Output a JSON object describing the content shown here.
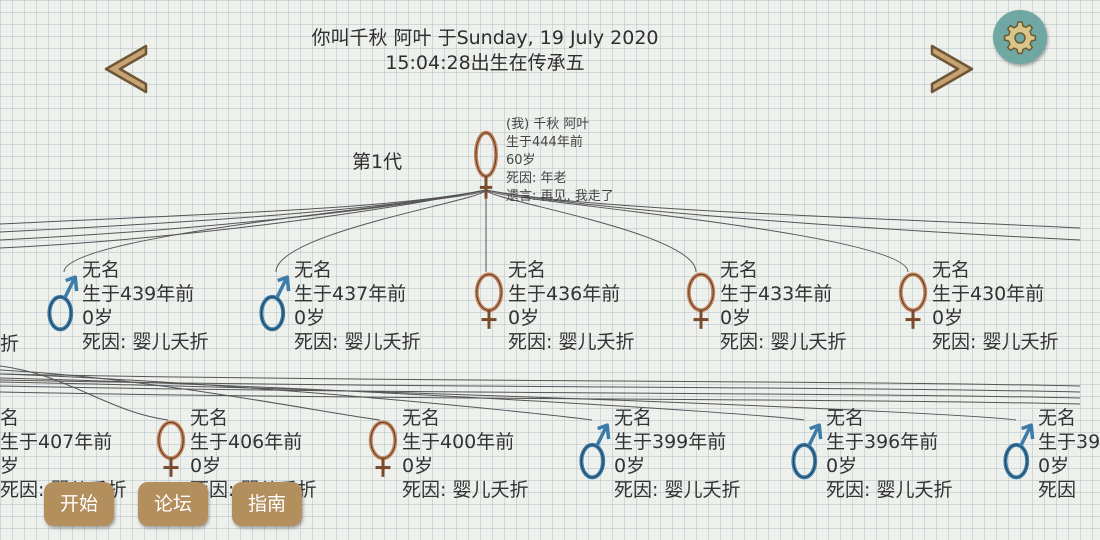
{
  "header": {
    "line1": "你叫千秋 阿叶 于Sunday, 19 July 2020",
    "line2": "15:04:28出生在传承五"
  },
  "colors": {
    "female": "#c4865f",
    "male": "#3d7ca8",
    "button": "#b38f5e",
    "settings": "#6fa7a2"
  },
  "icons": {
    "prev": "chevron-left-icon",
    "next": "chevron-right-icon",
    "settings": "gear-icon"
  },
  "generation_label": "第1代",
  "self": {
    "gender": "female",
    "lines": [
      "(我) 千秋 阿叶",
      "生于444年前",
      "60岁",
      "死因: 年老",
      "遗言: 再见, 我走了"
    ]
  },
  "children": [
    {
      "gender": "male",
      "lines": [
        "无名",
        "生于439年前",
        "0岁",
        "死因: 婴儿夭折"
      ]
    },
    {
      "gender": "male",
      "lines": [
        "无名",
        "生于437年前",
        "0岁",
        "死因: 婴儿夭折"
      ]
    },
    {
      "gender": "female",
      "lines": [
        "无名",
        "生于436年前",
        "0岁",
        "死因: 婴儿夭折"
      ]
    },
    {
      "gender": "female",
      "lines": [
        "无名",
        "生于433年前",
        "0岁",
        "死因: 婴儿夭折"
      ]
    },
    {
      "gender": "female",
      "lines": [
        "无名",
        "生于430年前",
        "0岁",
        "死因: 婴儿夭折"
      ]
    }
  ],
  "left_edge_fragment": "折",
  "grandchildren": [
    {
      "gender": "",
      "lines": [
        "名",
        "生于407年前",
        "岁",
        "死因: 婴儿夭折"
      ]
    },
    {
      "gender": "female",
      "lines": [
        "无名",
        "生于406年前",
        "0岁",
        "死因: 婴儿夭折"
      ]
    },
    {
      "gender": "female",
      "lines": [
        "无名",
        "生于400年前",
        "0岁",
        "死因: 婴儿夭折"
      ]
    },
    {
      "gender": "male",
      "lines": [
        "无名",
        "生于399年前",
        "0岁",
        "死因: 婴儿夭折"
      ]
    },
    {
      "gender": "male",
      "lines": [
        "无名",
        "生于396年前",
        "0岁",
        "死因: 婴儿夭折"
      ]
    },
    {
      "gender": "male",
      "lines": [
        "无名",
        "生于39",
        "0岁",
        "死因"
      ]
    }
  ],
  "buttons": {
    "start": "开始",
    "forum": "论坛",
    "guide": "指南"
  }
}
